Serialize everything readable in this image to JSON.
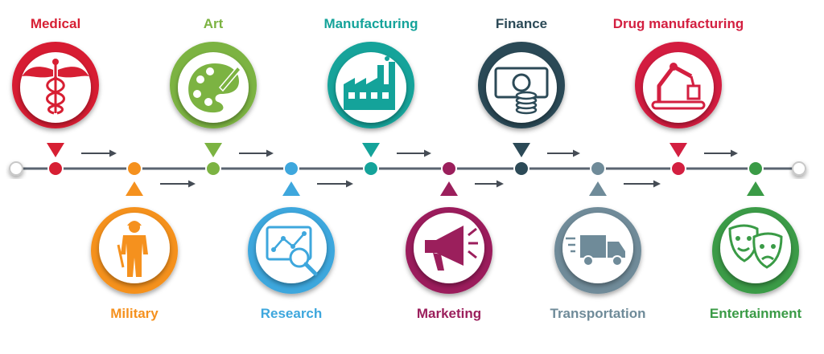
{
  "stages": [
    {
      "id": "medical",
      "label": "Medical",
      "color": "#d71f33",
      "side": "top",
      "icon": "caduceus-icon"
    },
    {
      "id": "military",
      "label": "Military",
      "color": "#f5911e",
      "side": "bottom",
      "icon": "soldier-icon"
    },
    {
      "id": "art",
      "label": "Art",
      "color": "#7cb342",
      "side": "top",
      "icon": "palette-icon"
    },
    {
      "id": "research",
      "label": "Research",
      "color": "#3ea7dd",
      "side": "bottom",
      "icon": "analytics-magnifier-icon"
    },
    {
      "id": "manufacturing",
      "label": "Manufacturing",
      "color": "#14a39a",
      "side": "top",
      "icon": "factory-icon"
    },
    {
      "id": "marketing",
      "label": "Marketing",
      "color": "#9b1f5c",
      "side": "bottom",
      "icon": "megaphone-icon"
    },
    {
      "id": "finance",
      "label": "Finance",
      "color": "#2c4a57",
      "side": "top",
      "icon": "money-icon"
    },
    {
      "id": "transportation",
      "label": "Transportation",
      "color": "#6f8b99",
      "side": "bottom",
      "icon": "truck-icon"
    },
    {
      "id": "drug-manufacturing",
      "label": "Drug manufacturing",
      "color": "#d31f40",
      "side": "top",
      "icon": "robot-arm-icon"
    },
    {
      "id": "entertainment",
      "label": "Entertainment",
      "color": "#3a9b46",
      "side": "bottom",
      "icon": "theater-masks-icon"
    }
  ],
  "timeline": {
    "line_color": "#5a6470",
    "arrow_color": "#454c55"
  }
}
